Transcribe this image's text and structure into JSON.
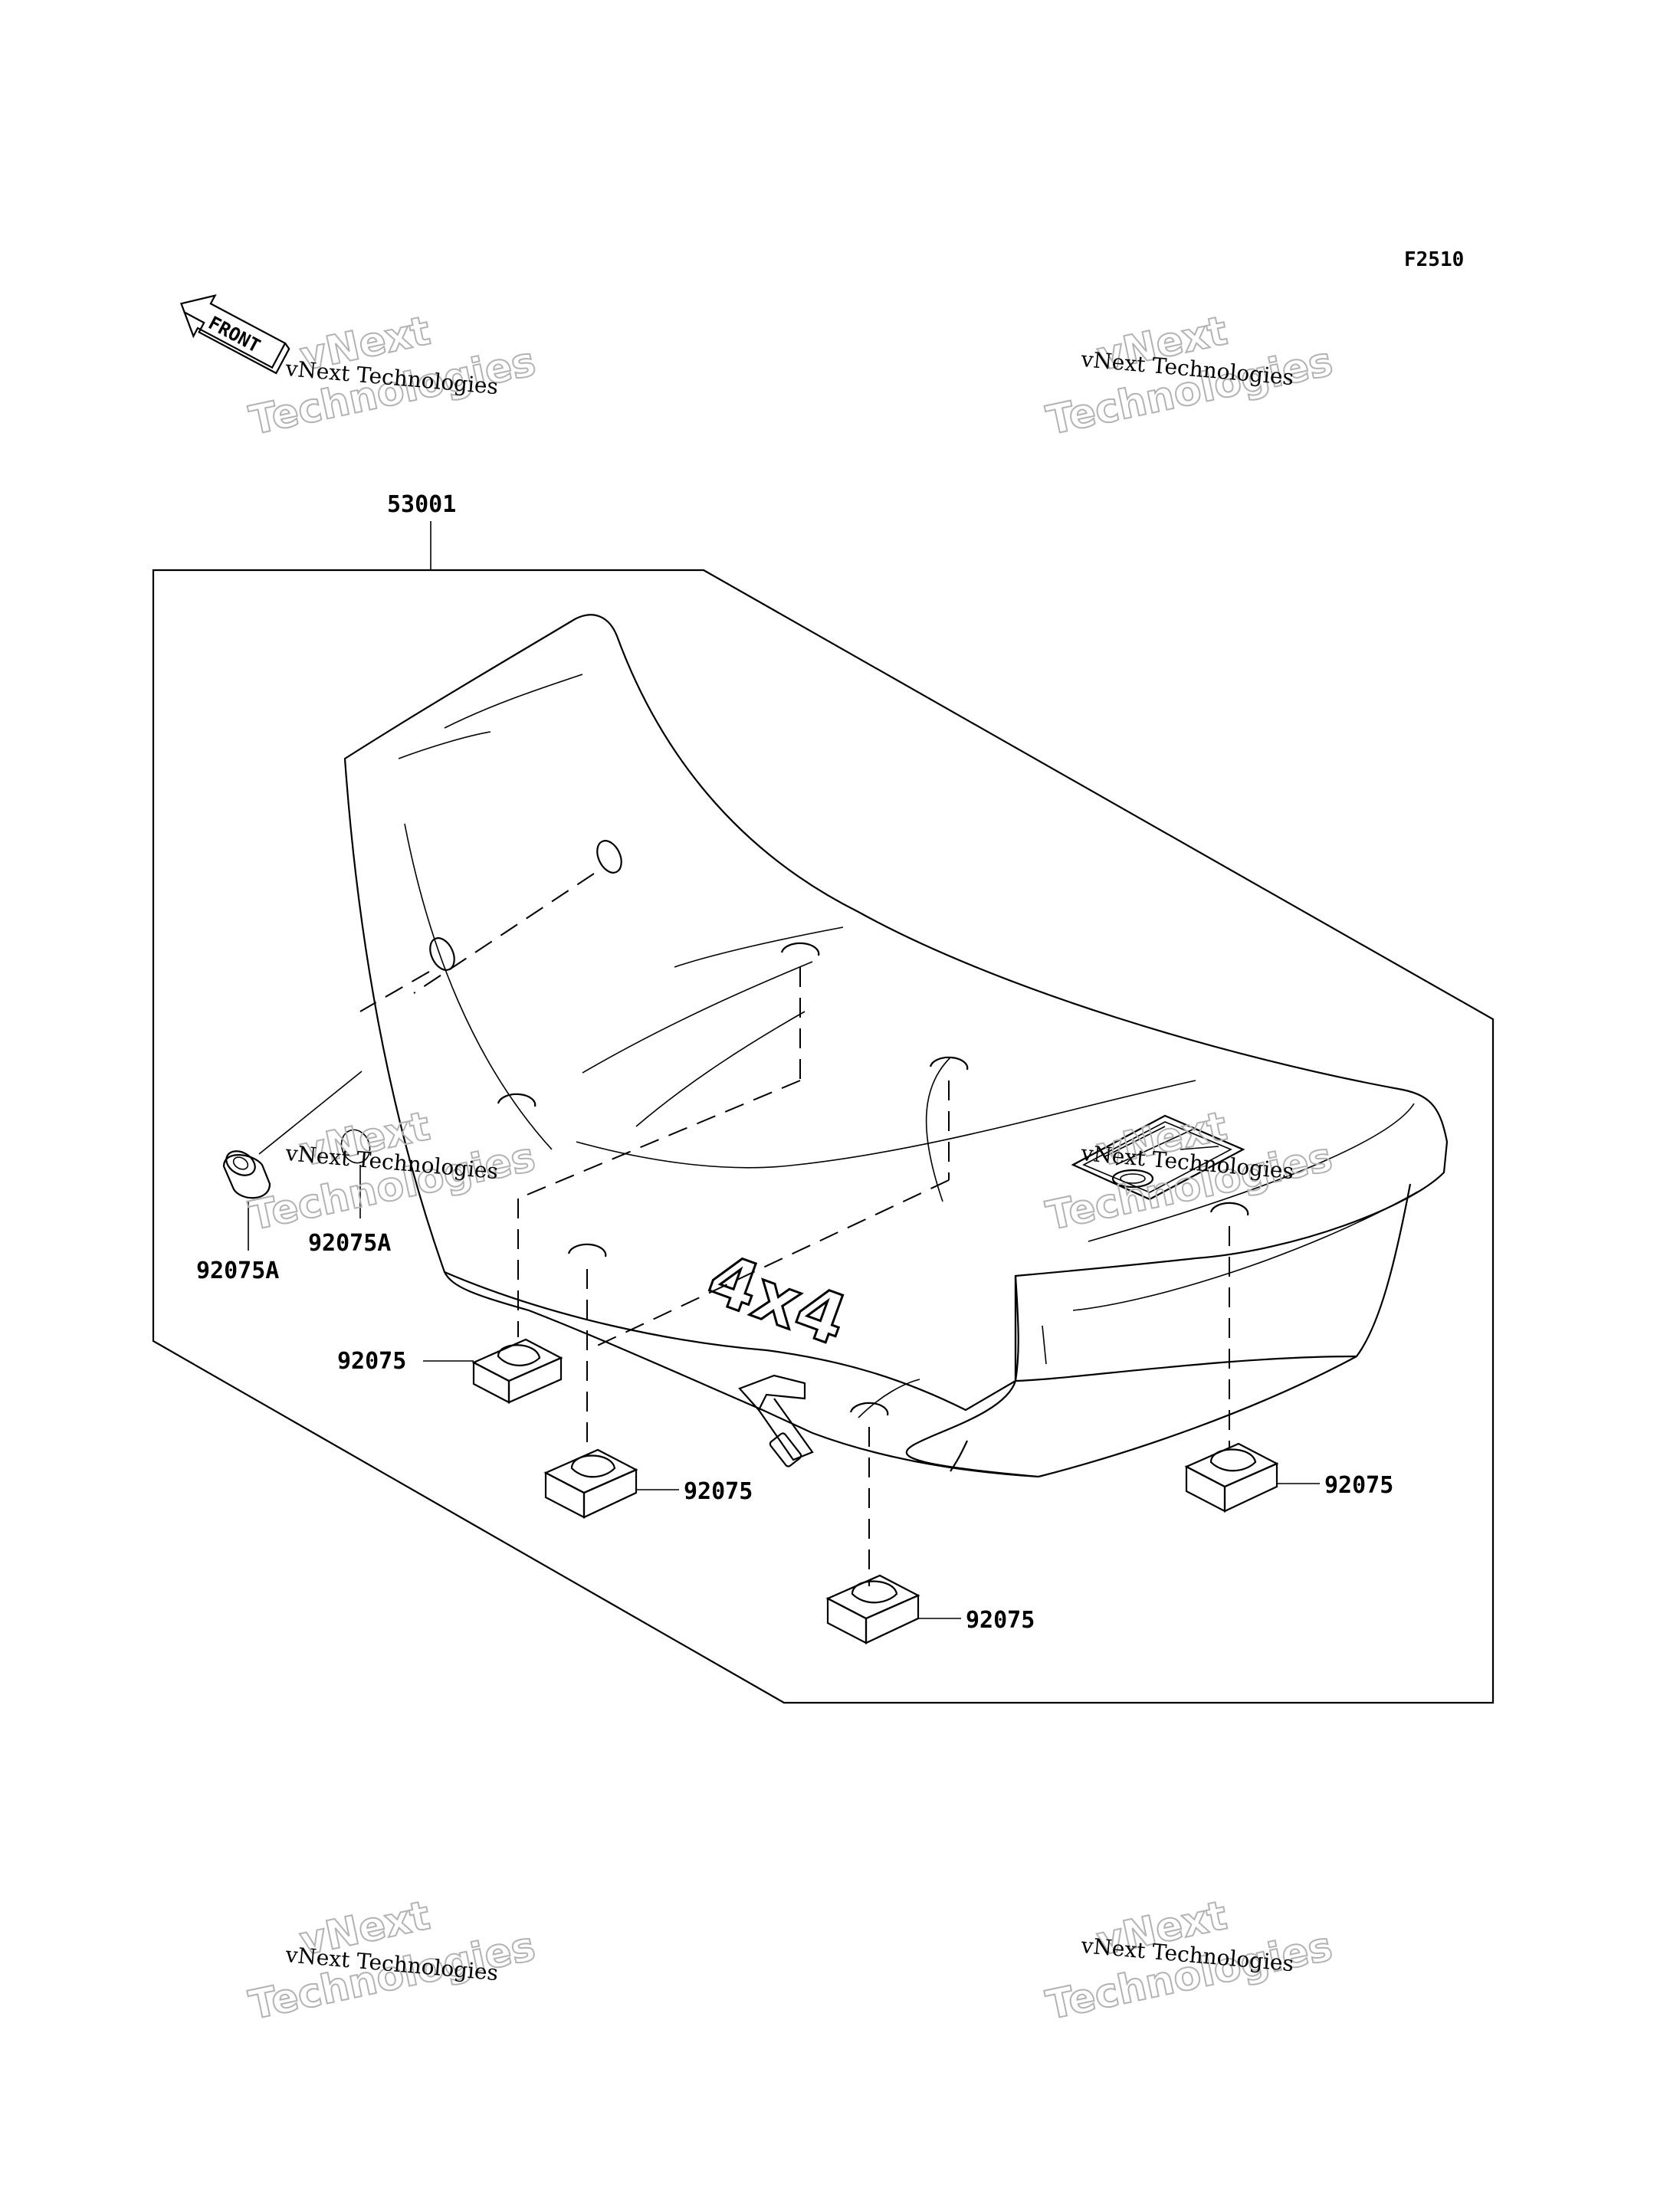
{
  "figure_code": "F2510",
  "front_arrow_text": "FRONT",
  "assembly_part": "53001",
  "seat_emblem_text": "4x4",
  "callouts": {
    "cap_left": "92075A",
    "cap_right": "92075A",
    "pad_upper_left": "92075",
    "pad_lower_left": "92075",
    "pad_bottom": "92075",
    "pad_right": "92075"
  },
  "watermark": {
    "line1": "vNext",
    "line2": "Technologies",
    "caption": "vNext Technologies"
  }
}
